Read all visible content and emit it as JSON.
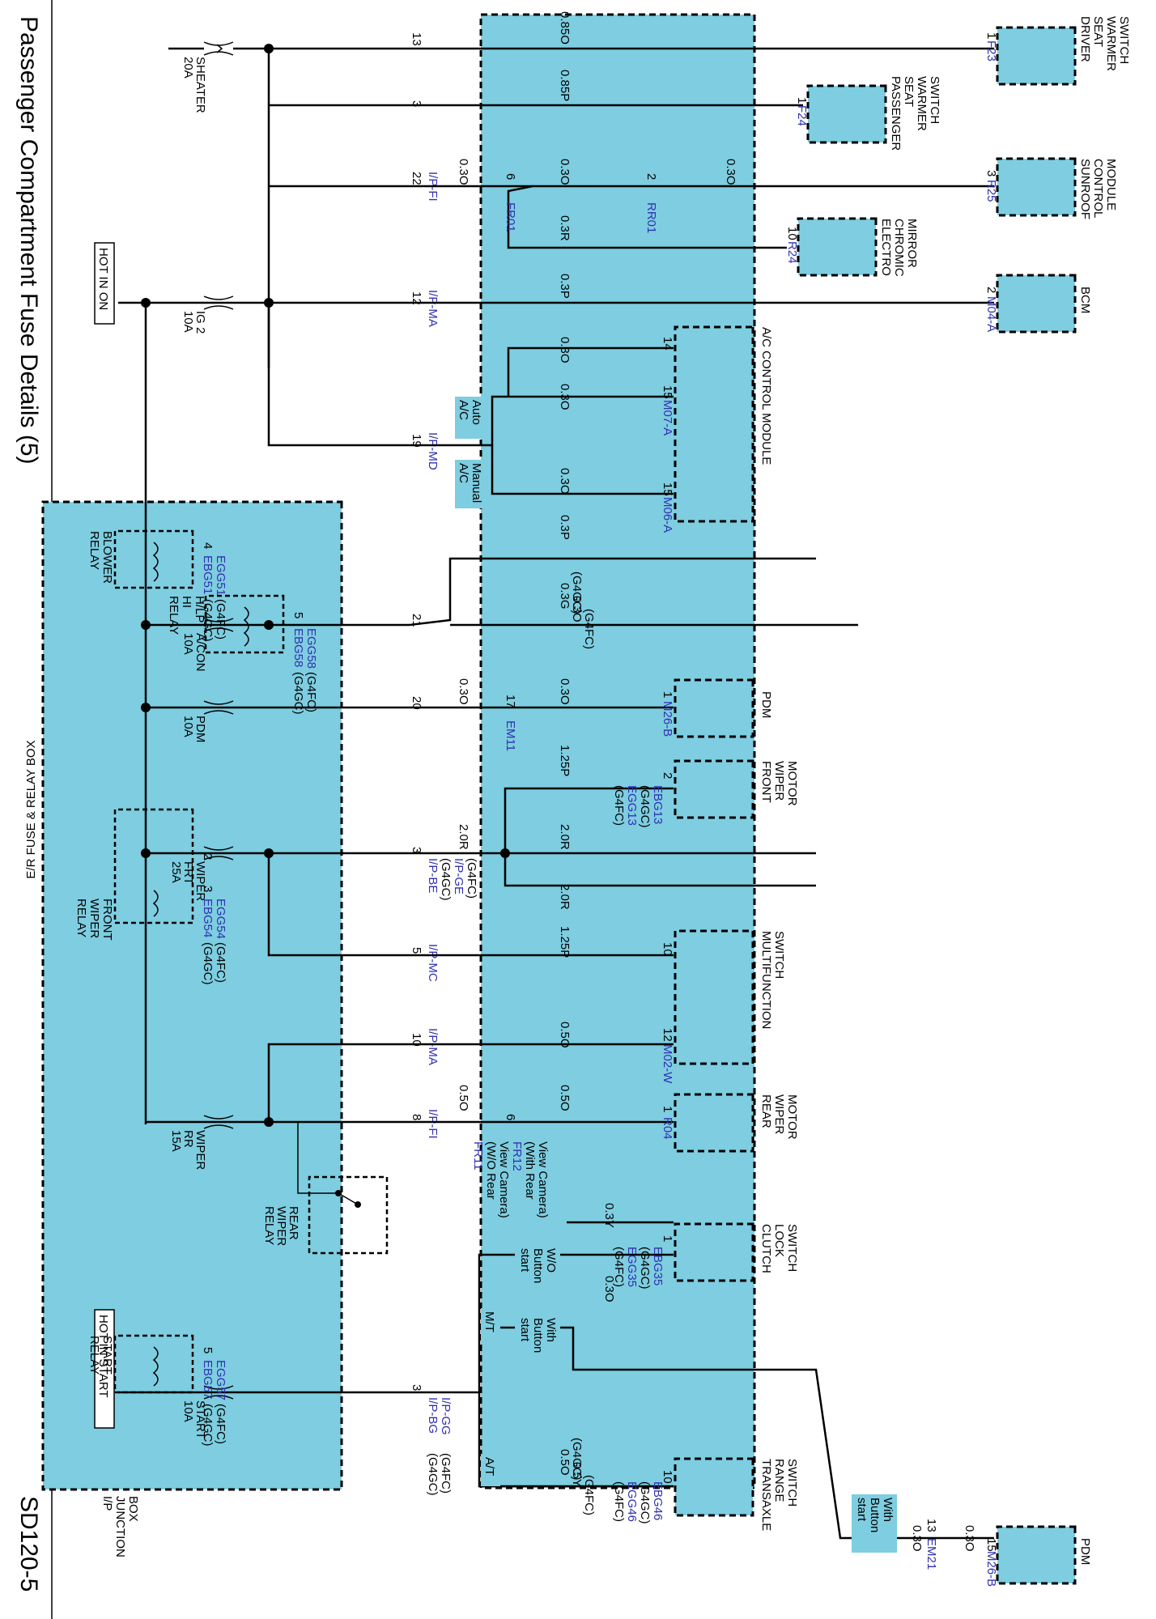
{
  "header": {
    "title": "Passenger Compartment Fuse Details (5)",
    "page": "SD120-5"
  },
  "labels": {
    "hot_in_on": "HOT IN ON",
    "hot_in_start": "HOT IN START",
    "junction_box": [
      "I/P",
      "JUNCTION",
      "BOX"
    ],
    "er_box": "E/R FUSE & RELAY BOX"
  },
  "fuses": [
    {
      "name": "SHEATER",
      "rating": "20A"
    },
    {
      "name": "IG 2",
      "rating": "10A"
    },
    {
      "name": "A/CON",
      "rating": "10A"
    },
    {
      "name": "PDM",
      "rating": "10A"
    },
    {
      "name": [
        "WIPER",
        "FRT"
      ],
      "rating": "25A"
    },
    {
      "name": [
        "WIPER",
        "RR"
      ],
      "rating": "15A"
    },
    {
      "name": "START",
      "rating": "10A"
    }
  ],
  "components": {
    "driver_seat": [
      "DRIVER",
      "SEAT",
      "WARMER",
      "SWITCH"
    ],
    "pass_seat": [
      "PASSENGER",
      "SEAT",
      "WARMER",
      "SWITCH"
    ],
    "sunroof": [
      "SUNROOF",
      "CONTROL",
      "MODULE"
    ],
    "ecm_mirror": [
      "ELECTRO",
      "CHROMIC",
      "MIRROR"
    ],
    "bcm": "BCM",
    "ac_module": "A/C CONTROL MODULE",
    "pdm1": "PDM",
    "front_wiper_motor": [
      "FRONT",
      "WIPER",
      "MOTOR"
    ],
    "multifunction": [
      "MULTIFUNCTION",
      "SWITCH"
    ],
    "rear_wiper_motor": [
      "REAR",
      "WIPER",
      "MOTOR"
    ],
    "clutch": [
      "CLUTCH",
      "LOCK",
      "SWITCH"
    ],
    "transaxle": [
      "TRANSAXLE",
      "RANGE",
      "SWITCH"
    ],
    "pdm2": "PDM",
    "blower_relay": [
      "BLOWER",
      "RELAY"
    ],
    "hlp_relay": [
      "H/LP",
      "HI",
      "RELAY"
    ],
    "front_wiper_relay": [
      "FRONT",
      "WIPER",
      "RELAY"
    ],
    "start_relay": [
      "START",
      "RELAY"
    ],
    "rear_wiper_relay": [
      "REAR",
      "WIPER",
      "RELAY"
    ]
  },
  "option_boxes": {
    "auto_ac": [
      "Auto",
      "A/C"
    ],
    "manual_ac": [
      "Manual",
      "A/C"
    ],
    "wo_button": [
      "W/O",
      "Button",
      "start"
    ],
    "with_button": [
      "With",
      "Button",
      "start"
    ],
    "mt": "M/T",
    "at": "A/T",
    "with_button2": [
      "With",
      "Button",
      "start"
    ]
  },
  "pins": {
    "p13": "13",
    "p3a": "3",
    "p22": "22",
    "p12": "12",
    "p19": "19",
    "p21": "21",
    "p20": "20",
    "p3b": "3",
    "p5": "5",
    "p10a": "10",
    "p8": "8",
    "p3c": "3",
    "f23": "1",
    "f24": "1",
    "r25": "3",
    "rr01": "2",
    "fr01": "6",
    "r24": "10",
    "m04a": "2",
    "ac14": "14",
    "ac15a": "15",
    "ac15b": "15",
    "blw4": "4",
    "hlp5": "5",
    "m26b1": "1",
    "em11": "17",
    "fwm2": "2",
    "fwr2": "2",
    "fwr3": "3",
    "mf10": "10",
    "mf12": "12",
    "r04": "1",
    "fr11": "6",
    "cl1": "1",
    "str5": "5",
    "tr10": "10",
    "em21": "13",
    "m26b2": "15"
  },
  "connectors": {
    "ip_fi1": "I/P-FI",
    "ip_ma1": "I/P-MA",
    "ip_md": "I/P-MD",
    "ip_be": "I/P-BE",
    "ip_be_n": "(G4GC)",
    "ip_ge": "I/P-GE",
    "ip_ge_n": "(G4FC)",
    "ip_mc": "I/P-MC",
    "ip_ma2": "I/P-MA",
    "ip_fi2": "I/P-FI",
    "ip_bg": "I/P-BG",
    "ip_bg_n": "(G4GC)",
    "ip_gg": "I/P-GG",
    "ip_gg_n": "(G4FC)",
    "f23": "F23",
    "f24": "F24",
    "r25": "R25",
    "rr01": "RR01",
    "fr01": "FR01",
    "r24": "R24",
    "m04a": "M04-A",
    "m07a": "M07-A",
    "m06a": "M06-A",
    "ebg51": "EBG51",
    "ebg51_n": "(G4GC)",
    "egg51": "EGG51",
    "egg51_n": "(G4FC)",
    "ebg58": "EBG58",
    "ebg58_n": "(G4GC)",
    "egg58": "EGG58",
    "egg58_n": "(G4FC)",
    "m26b1": "M26-B",
    "em11": "EM11",
    "ebg13": "EBG13",
    "ebg13_n": "(G4GC)",
    "egg13": "EGG13",
    "egg13_n": "(G4FC)",
    "ebg54": "EBG54",
    "ebg54_n": "(G4GC)",
    "egg54": "EGG54",
    "egg54_n": "(G4FC)",
    "m02w": "M02-W",
    "r04": "R04",
    "fr11": "FR11",
    "fr11_n": [
      "(W/O Rear",
      "View Camera)"
    ],
    "fr12": "FR12",
    "fr12_n": [
      "(With Rear",
      "View Camera)"
    ],
    "ebg35": "EBG35",
    "ebg35_n": "(G4GC)",
    "egg35": "EGG35",
    "egg35_n": "(G4FC)",
    "ebg57": "EBG57",
    "ebg57_n": "(G4GC)",
    "egg57": "EGG57",
    "egg57_n": "(G4FC)",
    "ebg46": "EBG46",
    "ebg46_n": "(G4GC)",
    "egg46": "EGG46",
    "egg46_n": "(G4FC)",
    "em21": "EM21",
    "m26b2": "M26-B"
  },
  "wires": {
    "w1": "0.85O",
    "w2": "0.85P",
    "w3a": "0.3O",
    "w3b": "0.3O",
    "w3c": "0.3O",
    "w3r": "0.3R",
    "w4": "0.3P",
    "w5a": "0.3O",
    "w5b": "0.3O",
    "w5c": "0.3O",
    "w6": "0.3P",
    "w7a": "0.3G",
    "w7b": "(G4GC)",
    "w7c": "0.3O",
    "w7d": "(G4FC)",
    "w8a": "0.3O",
    "w8b": "0.3O",
    "w9a": "1.25P",
    "w9b": "2.0R",
    "w9c": "2.0R",
    "w9d": "2.0R",
    "w10": "1.25P",
    "w11": "0.5O",
    "w12a": "0.5O",
    "w12b": "0.5O",
    "w13": "0.3Y",
    "w14": "0.3O",
    "w15a": "0.5O",
    "w15b": "(G4GC)",
    "w15c": "0.5Y",
    "w15d": "(G4FC)",
    "w16a": "0.3O",
    "w16b": "0.3O"
  }
}
